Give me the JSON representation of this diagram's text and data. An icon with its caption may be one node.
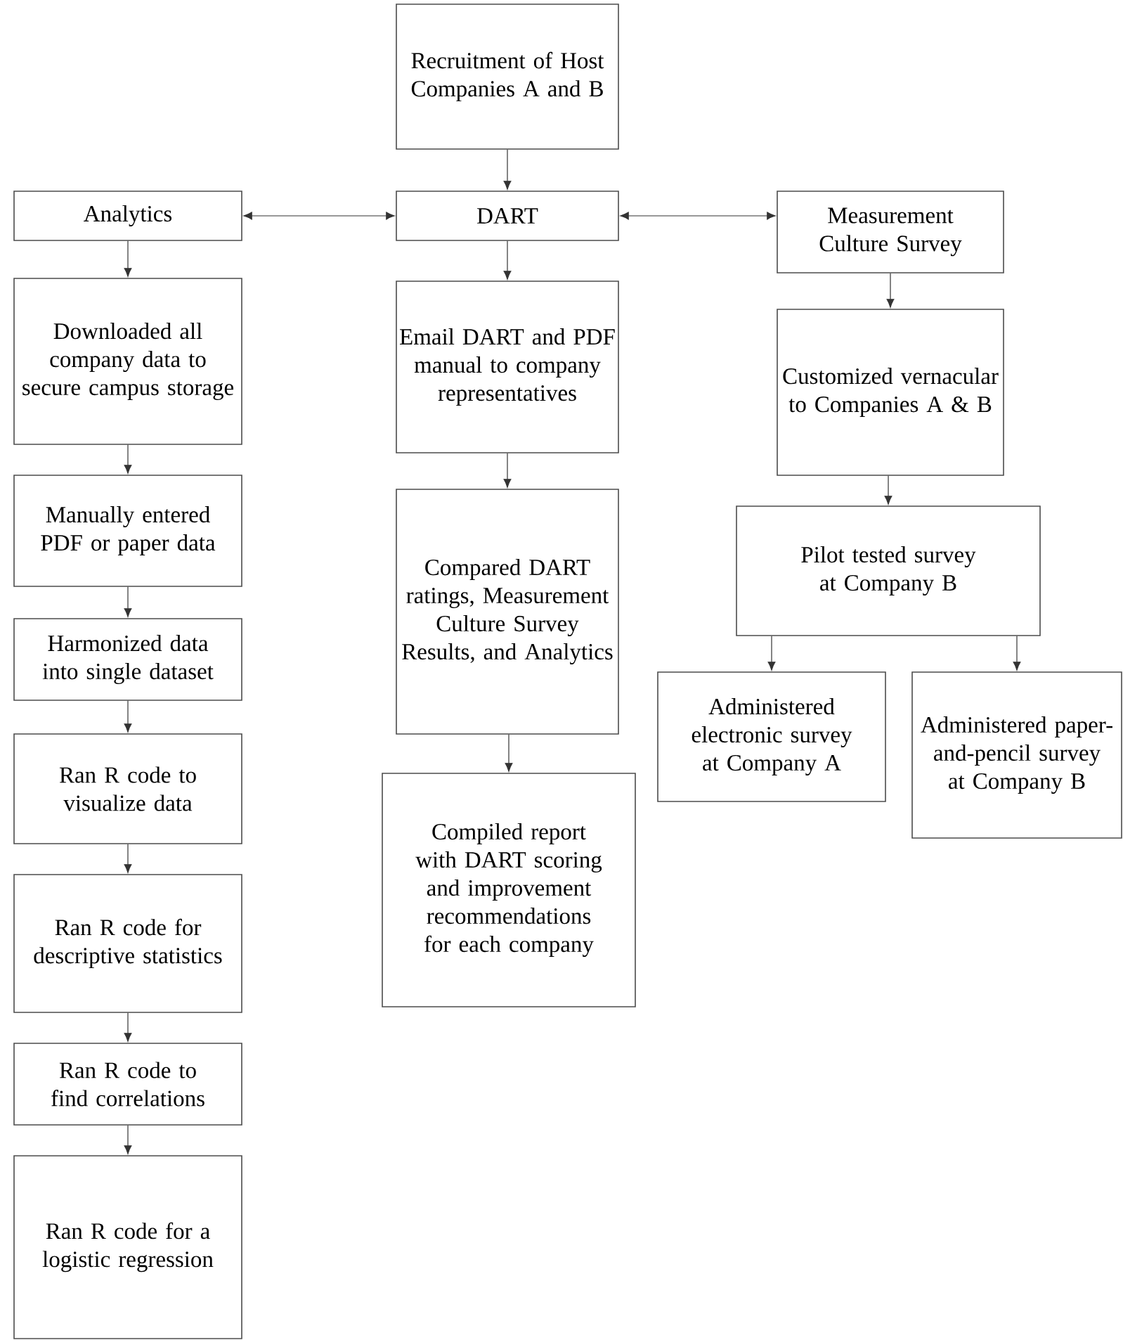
{
  "diagram": {
    "nodes": [
      {
        "text": [
          "Recruitment of Host Companies A and B"
        ]
      },
      {
        "text": [
          "Analytics"
        ]
      },
      {
        "text": [
          "DART"
        ]
      },
      {
        "text": [
          "Measurement Culture Survey"
        ]
      },
      {
        "text": [
          "Downloaded all company data to secure campus storage"
        ]
      },
      {
        "text": [
          "Email DART and PDF manual to company representatives"
        ]
      },
      {
        "text": [
          "Customized vernacular to Companies A & B"
        ]
      },
      {
        "text": [
          "Manually entered PDF or paper data"
        ]
      },
      {
        "text": [
          "Compared DART ratings, Measurement Culture Survey Results, and Analytics"
        ]
      },
      {
        "text": [
          "Pilot tested survey at Company B"
        ]
      },
      {
        "text": [
          "Harmonized data into single dataset"
        ]
      },
      {
        "text": [
          "Administered electronic survey at Company A"
        ]
      },
      {
        "text": [
          "Administered paper-and-pencil survey at Company B"
        ]
      },
      {
        "text": [
          "Ran R code to visualize data"
        ]
      },
      {
        "text": [
          "Compiled report with DART scoring and improvement recommendations for each company"
        ]
      },
      {
        "text": [
          "Ran R code for descriptive statistics"
        ]
      },
      {
        "text": [
          "Ran R code to find correlations"
        ]
      },
      {
        "text": [
          "Ran R code for a logistic regression"
        ]
      }
    ],
    "edges": [
      {
        "from": 0,
        "to": 2,
        "arrow": "to"
      },
      {
        "from": 2,
        "to": 1,
        "arrow": "both"
      },
      {
        "from": 2,
        "to": 3,
        "arrow": "both"
      },
      {
        "from": 1,
        "to": 4,
        "arrow": "to"
      },
      {
        "from": 4,
        "to": 7,
        "arrow": "to"
      },
      {
        "from": 7,
        "to": 10,
        "arrow": "to"
      },
      {
        "from": 10,
        "to": 13,
        "arrow": "to"
      },
      {
        "from": 13,
        "to": 15,
        "arrow": "to"
      },
      {
        "from": 15,
        "to": 16,
        "arrow": "to"
      },
      {
        "from": 16,
        "to": 17,
        "arrow": "to"
      },
      {
        "from": 2,
        "to": 5,
        "arrow": "to"
      },
      {
        "from": 5,
        "to": 8,
        "arrow": "to"
      },
      {
        "from": 8,
        "to": 14,
        "arrow": "to"
      },
      {
        "from": 3,
        "to": 6,
        "arrow": "to"
      },
      {
        "from": 6,
        "to": 9,
        "arrow": "to"
      },
      {
        "from": 9,
        "to": 11,
        "arrow": "to"
      },
      {
        "from": 9,
        "to": 12,
        "arrow": "to"
      }
    ]
  }
}
